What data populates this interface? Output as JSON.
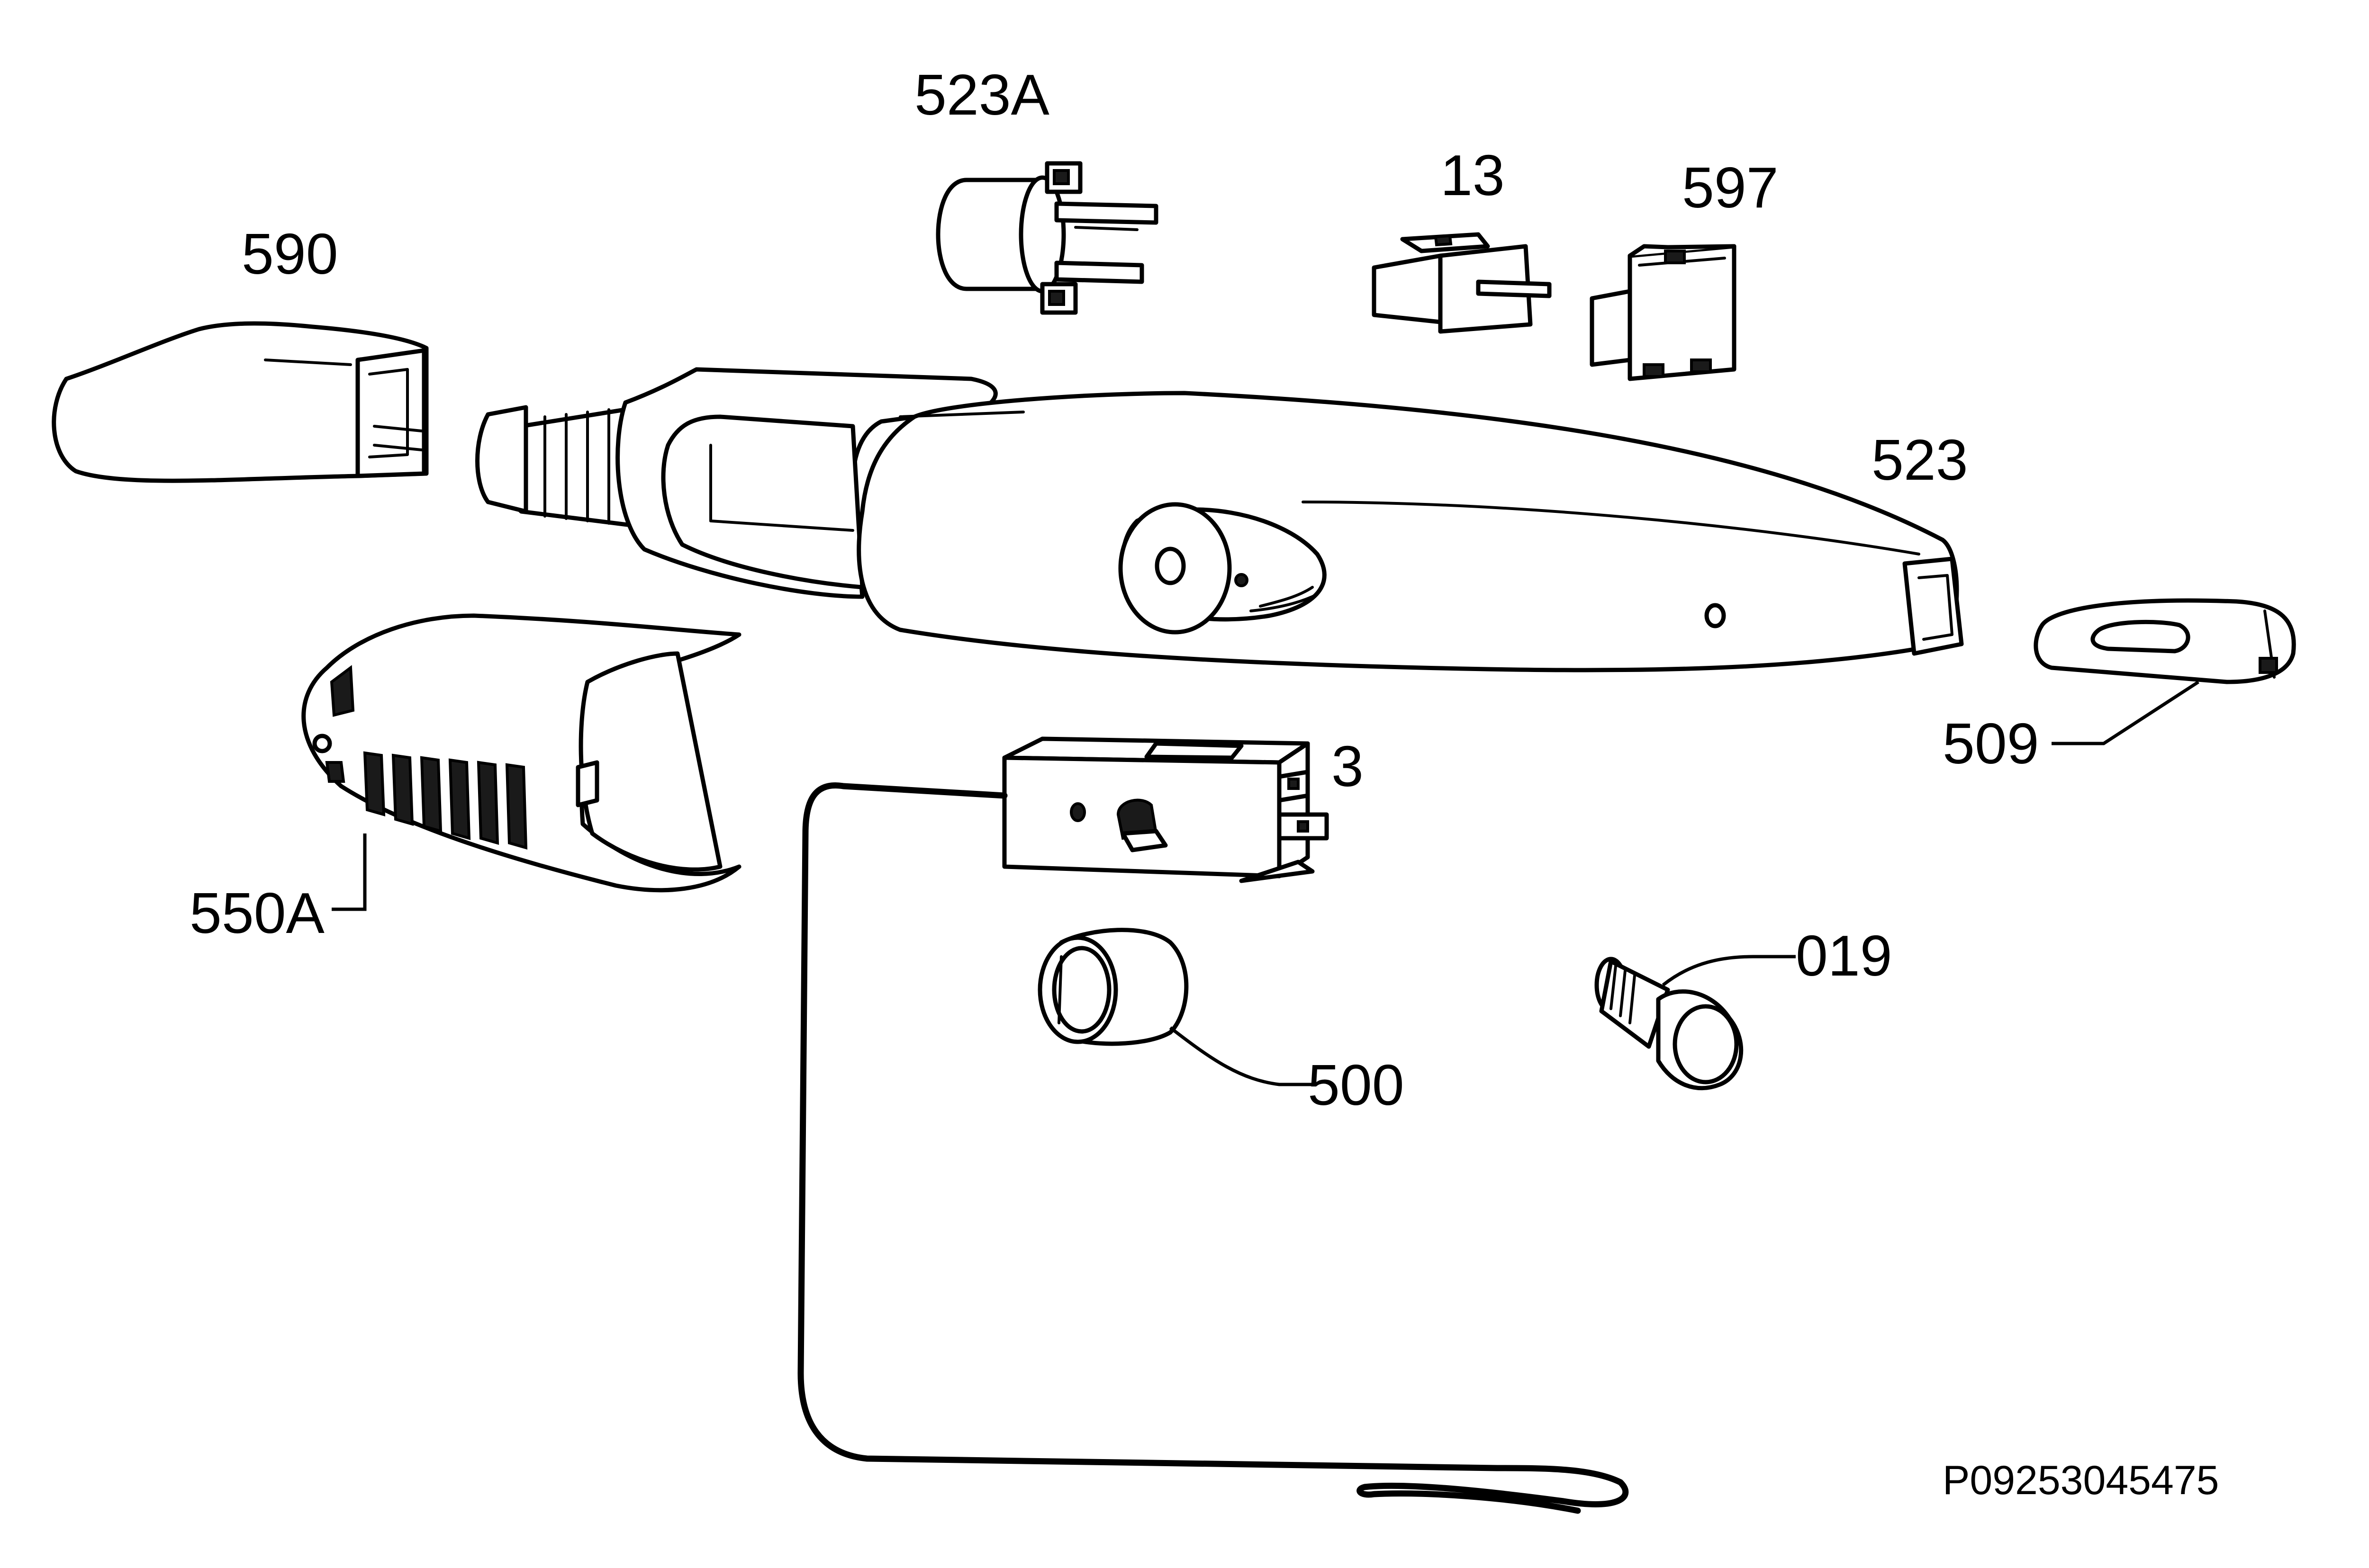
{
  "diagram": {
    "type": "exploded-parts-view",
    "reference_code": "P09253045475",
    "callouts": [
      {
        "id": "p523A",
        "label": "523A"
      },
      {
        "id": "p13",
        "label": "13"
      },
      {
        "id": "p597",
        "label": "597"
      },
      {
        "id": "p590",
        "label": "590"
      },
      {
        "id": "p523",
        "label": "523"
      },
      {
        "id": "p509",
        "label": "509"
      },
      {
        "id": "p3",
        "label": "3"
      },
      {
        "id": "p550A",
        "label": "550A"
      },
      {
        "id": "p019",
        "label": "019"
      },
      {
        "id": "p500",
        "label": "500"
      }
    ]
  }
}
